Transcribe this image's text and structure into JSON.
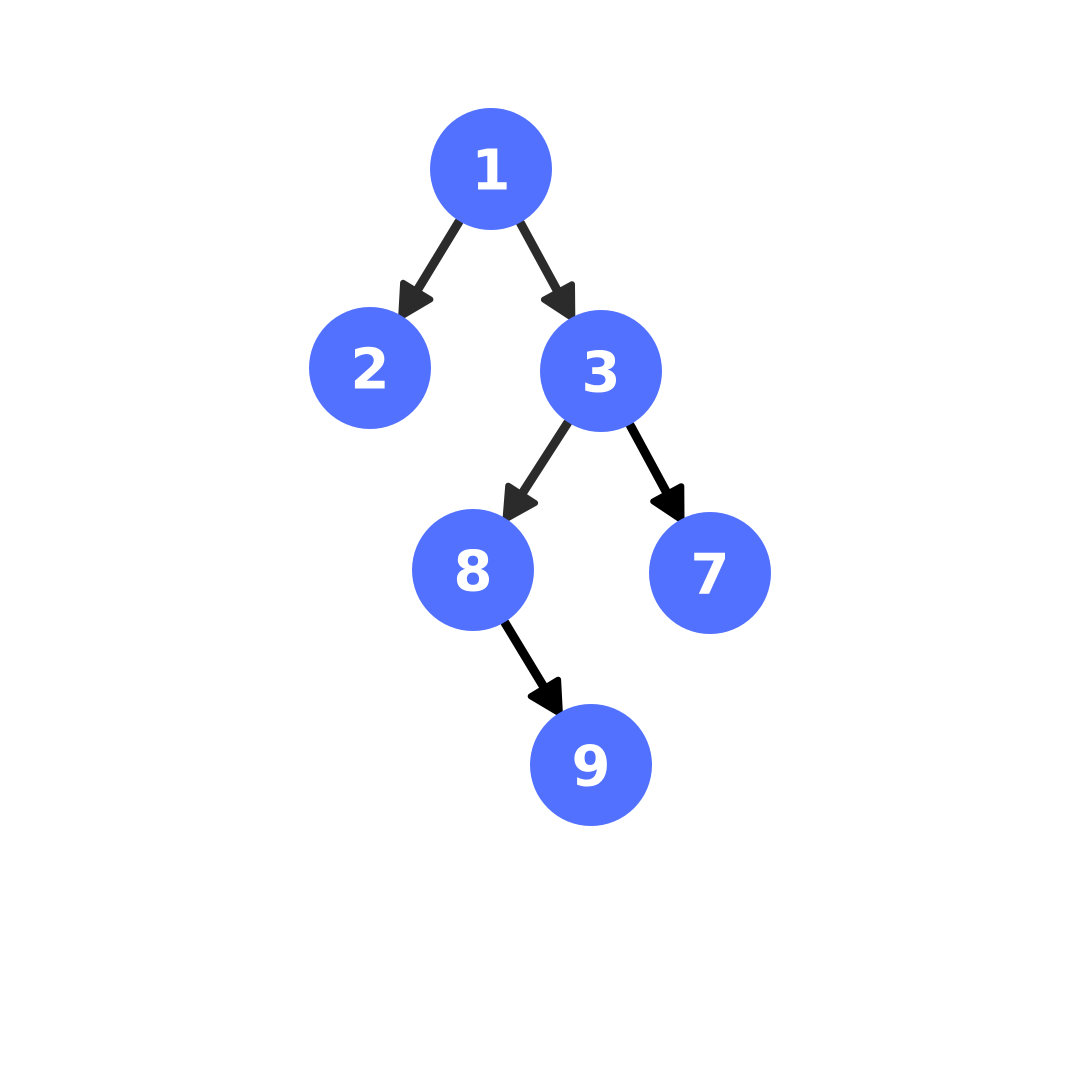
{
  "diagram": {
    "type": "binary-tree",
    "node_color": "#5271ff",
    "label_color": "#ffffff",
    "nodes": [
      {
        "id": "n1",
        "label": "1"
      },
      {
        "id": "n2",
        "label": "2"
      },
      {
        "id": "n3",
        "label": "3"
      },
      {
        "id": "n8",
        "label": "8"
      },
      {
        "id": "n7",
        "label": "7"
      },
      {
        "id": "n9",
        "label": "9"
      }
    ],
    "edges": [
      {
        "from": "n1",
        "to": "n2",
        "color": "#2b2b2b"
      },
      {
        "from": "n1",
        "to": "n3",
        "color": "#2b2b2b"
      },
      {
        "from": "n3",
        "to": "n8",
        "color": "#2b2b2b"
      },
      {
        "from": "n3",
        "to": "n7",
        "color": "#000000"
      },
      {
        "from": "n8",
        "to": "n9",
        "color": "#000000"
      }
    ]
  }
}
